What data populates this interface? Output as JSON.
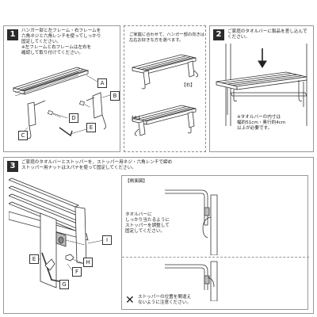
{
  "step1": {
    "number": "1",
    "text": [
      "ハンガー部と左フレーム・右フレームを",
      "六角ネジと六角レンチを使ってしっかり",
      "固定してください。",
      "※左フレームと右フレームは左右を",
      "確認して取り付けてください。"
    ],
    "parts": [
      "A",
      "B",
      "C",
      "D",
      "E"
    ]
  },
  "note_box": {
    "text": [
      "ご家庭に合わせて、ハンガー部の向きは",
      "左右お好きな方を選べます。"
    ],
    "right_tag": "【右】",
    "left_tag": "【左】"
  },
  "step2": {
    "number": "2",
    "text": [
      "ご家庭のタオルバーに製品を差し込んで",
      "ください。"
    ],
    "caption": [
      "※タオルバーの内寸は",
      "幅約51cm・奥行約4cm",
      "以上が必要です。"
    ]
  },
  "step3": {
    "number": "3",
    "text": [
      "ご家庭のタオルバーとストッパーを、ストッパー用ネジ・六角レンチで締め",
      "ストッパー用ナットはスパナを使って固定してください。"
    ],
    "parts": [
      "I",
      "E",
      "H",
      "F",
      "G"
    ],
    "side_title": "【側面図】",
    "side_text": [
      "タオルバーに",
      "しっかり当たるように",
      "ストッパーを調整して",
      "固定してください。"
    ],
    "warning": [
      "ストッパーの位置を間違え",
      "ないように注意ください。"
    ],
    "warning_mark": "✕"
  }
}
